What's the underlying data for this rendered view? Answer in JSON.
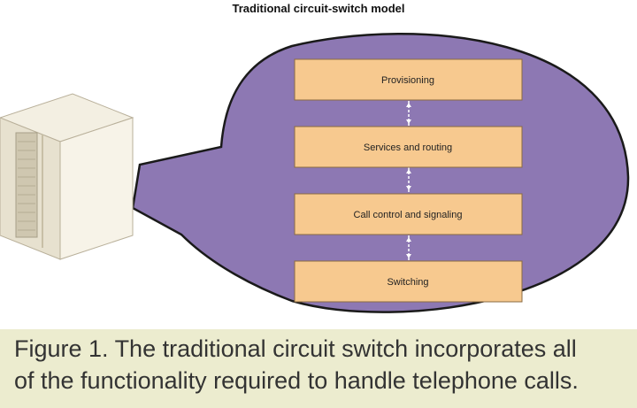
{
  "diagram": {
    "title": "Traditional circuit-switch model",
    "layers": [
      "Provisioning",
      "Services and routing",
      "Call control and signaling",
      "Switching"
    ],
    "colors": {
      "bubble": "#8d78b3",
      "bubble_outline": "#1a1a1a",
      "box": "#f7c98f",
      "box_outline": "#8a6a40",
      "connector": "#ffffff",
      "server_light": "#f3efe2",
      "server_shade": "#d9d2bd"
    },
    "icons": [
      "server-cabinet-icon"
    ]
  },
  "caption": {
    "line1": "Figure 1. The traditional circuit switch incorporates all",
    "line2": "of the functionality required to handle telephone calls."
  }
}
